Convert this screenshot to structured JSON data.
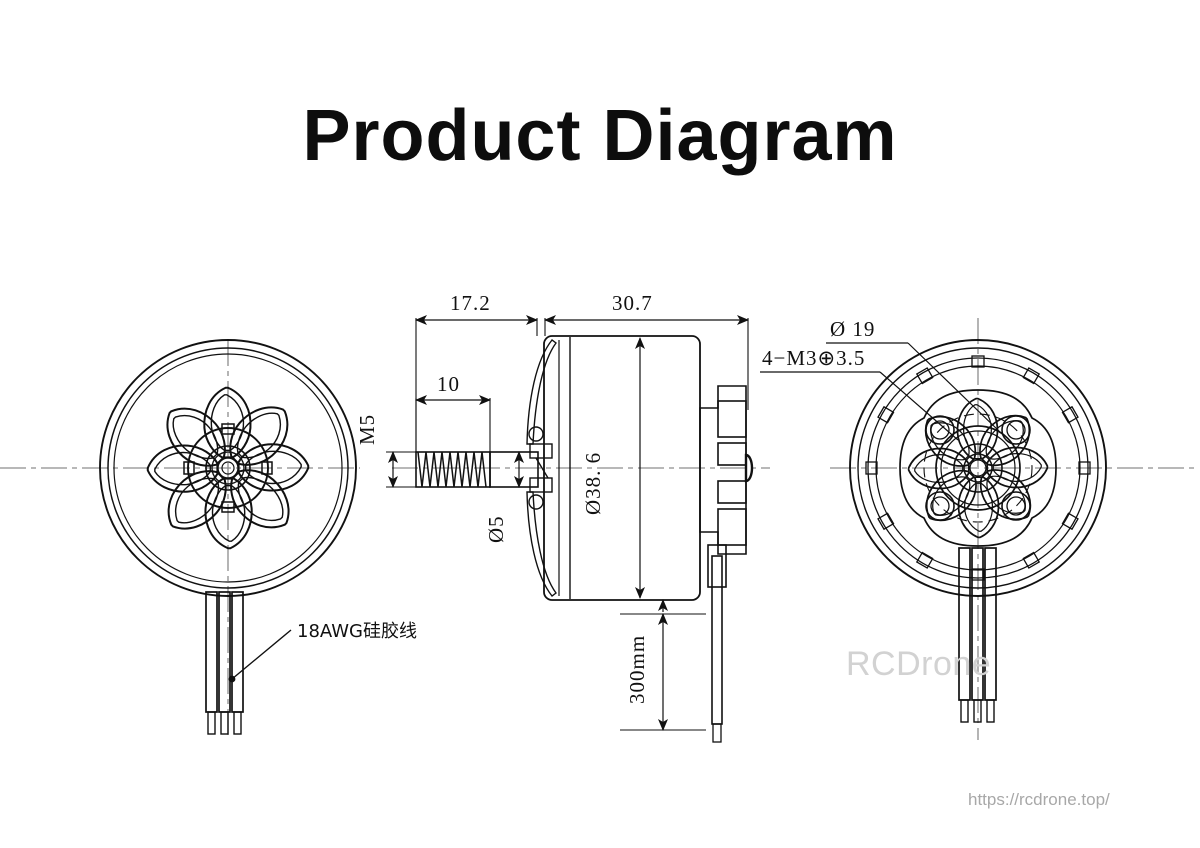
{
  "page": {
    "title": "Product Diagram",
    "background_color": "#ffffff",
    "line_color": "#111111",
    "watermark": "RCDrone",
    "watermark_color": "#d2d2d2",
    "footer_url": "https://rcdrone.top/",
    "footer_color": "#a8a8a8"
  },
  "views": {
    "left": {
      "name": "bell-end-view",
      "label": ""
    },
    "middle": {
      "name": "side-section-view",
      "label": ""
    },
    "right": {
      "name": "mounting-base-view",
      "label": ""
    }
  },
  "dimensions": {
    "shaft_exposed_length": "17.2",
    "body_length": "30.7",
    "thread_length": "10",
    "thread_spec": "M5",
    "shaft_diameter": "Ø5",
    "body_diameter": "Ø38. 6",
    "bolt_circle": "Ø 19",
    "mounting_holes": "4−M3⊕3.5",
    "wire_length": "300mm"
  },
  "annotations": {
    "wire_note": "18AWG硅胶线"
  }
}
